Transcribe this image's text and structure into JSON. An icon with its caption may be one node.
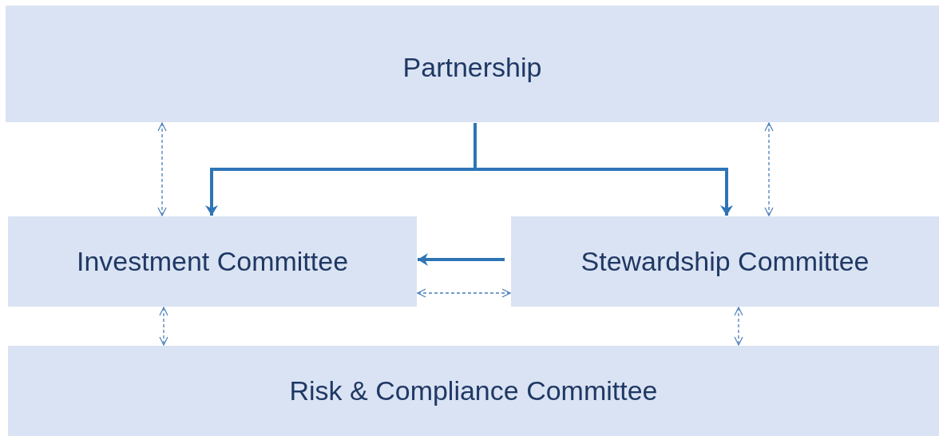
{
  "diagram": {
    "nodes": [
      {
        "text": [
          "Partnership"
        ]
      },
      {
        "text": [
          "Investment Committee"
        ]
      },
      {
        "text": [
          "Stewardship Committee"
        ]
      },
      {
        "text": [
          "Risk & Compliance Committee"
        ]
      }
    ],
    "edges": [
      {
        "from": 0,
        "to": 1,
        "arrow": "to",
        "style": "thick"
      },
      {
        "from": 0,
        "to": 2,
        "arrow": "to",
        "style": "thick"
      },
      {
        "from": 2,
        "to": 1,
        "arrow": "to",
        "style": "thick"
      },
      {
        "from": 0,
        "to": 1,
        "arrow": "both",
        "style": "dashed"
      },
      {
        "from": 0,
        "to": 2,
        "arrow": "both",
        "style": "dashed"
      },
      {
        "from": 1,
        "to": 2,
        "arrow": "both",
        "style": "dashed"
      },
      {
        "from": 1,
        "to": 3,
        "arrow": "both",
        "style": "dashed"
      },
      {
        "from": 2,
        "to": 3,
        "arrow": "both",
        "style": "dashed"
      }
    ]
  }
}
